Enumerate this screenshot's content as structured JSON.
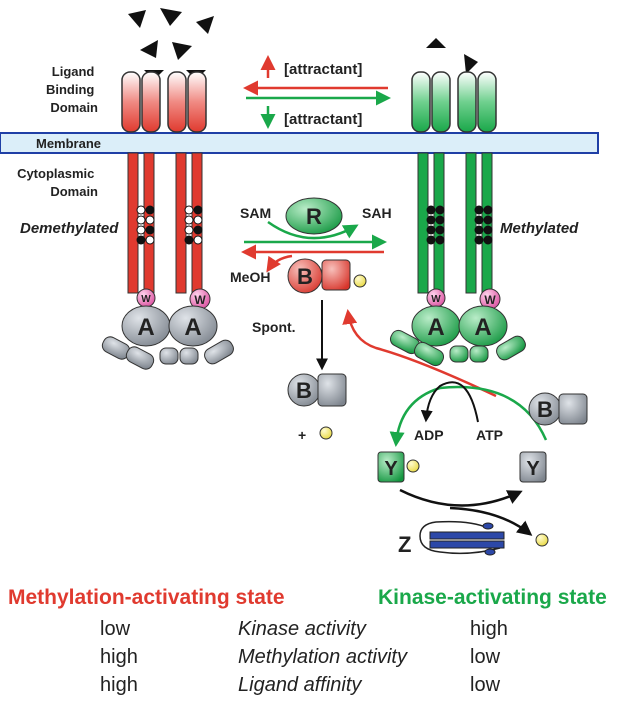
{
  "colors": {
    "red": "#e03a2f",
    "green": "#1aa84a",
    "gray": "#8d939b",
    "membrane_fill": "#dbeef9",
    "membrane_line": "#1f3fa6",
    "pink": "#e05ba6",
    "yellow": "#f2e55c",
    "blue": "#2c48a8"
  },
  "labels": {
    "ligand_binding_domain": [
      "Ligand",
      "Binding",
      "Domain"
    ],
    "membrane": "Membrane",
    "cytoplasmic_domain": [
      "Cytoplasmic",
      "Domain"
    ],
    "demethylated": "Demethylated",
    "methylated": "Methylated",
    "attractant_up": "[attractant]",
    "attractant_down": "[attractant]",
    "sam": "SAM",
    "sah": "SAH",
    "meoh": "MeOH",
    "r": "R",
    "b": "B",
    "a": "A",
    "w": "W",
    "y": "Y",
    "z": "Z",
    "spont": "Spont.",
    "plus": "+",
    "adp": "ADP",
    "atp": "ATP"
  },
  "table": {
    "left_header": "Methylation-activating state",
    "right_header": "Kinase-activating state",
    "rows": [
      {
        "left": "low",
        "property": "Kinase activity",
        "right": "high"
      },
      {
        "left": "high",
        "property": "Methylation activity",
        "right": "low"
      },
      {
        "left": "high",
        "property": "Ligand affinity",
        "right": "low"
      }
    ]
  }
}
